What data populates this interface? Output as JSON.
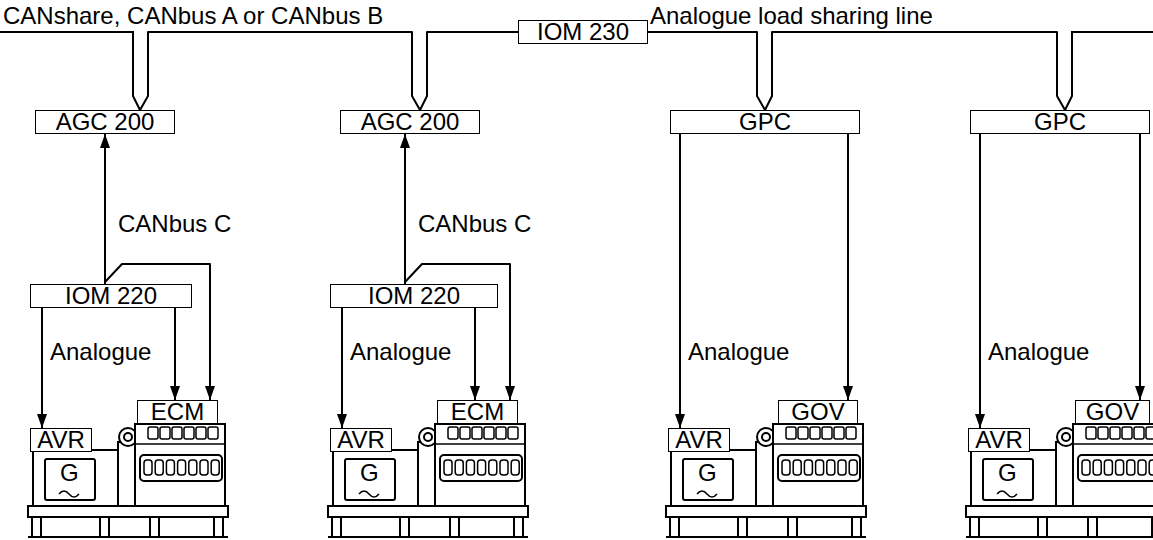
{
  "diagram": {
    "nodes": [
      {
        "text": [
          "IOM 230"
        ]
      },
      {
        "text": [
          "AGC 200"
        ]
      },
      {
        "text": [
          "AGC 200"
        ]
      },
      {
        "text": [
          "GPC"
        ]
      },
      {
        "text": [
          "GPC"
        ]
      },
      {
        "text": [
          "IOM 220"
        ]
      },
      {
        "text": [
          "IOM 220"
        ]
      },
      {
        "text": [
          "ECM"
        ]
      },
      {
        "text": [
          "ECM"
        ]
      },
      {
        "text": [
          "GOV"
        ]
      },
      {
        "text": [
          "GOV"
        ]
      },
      {
        "text": [
          "AVR"
        ]
      },
      {
        "text": [
          "AVR"
        ]
      },
      {
        "text": [
          "AVR"
        ]
      },
      {
        "text": [
          "AVR"
        ]
      }
    ],
    "edges": [
      {
        "from": 1,
        "to": 2,
        "arrow": "none"
      },
      {
        "from": 2,
        "to": 0,
        "arrow": "none"
      },
      {
        "from": 0,
        "to": 3,
        "arrow": "none"
      },
      {
        "from": 3,
        "to": 4,
        "arrow": "none"
      },
      {
        "from": 5,
        "to": 1,
        "label": "CANbus C",
        "arrow": "to"
      },
      {
        "from": 6,
        "to": 2,
        "label": "CANbus C",
        "arrow": "to"
      },
      {
        "from": 5,
        "to": 7,
        "arrow": "to"
      },
      {
        "from": 5,
        "to": 7,
        "arrow": "to"
      },
      {
        "from": 5,
        "to": 11,
        "label": "Analogue",
        "arrow": "to"
      },
      {
        "from": 6,
        "to": 8,
        "arrow": "to"
      },
      {
        "from": 6,
        "to": 8,
        "arrow": "to"
      },
      {
        "from": 6,
        "to": 12,
        "label": "Analogue",
        "arrow": "to"
      },
      {
        "from": 3,
        "to": 13,
        "label": "Analogue",
        "arrow": "to"
      },
      {
        "from": 3,
        "to": 9,
        "arrow": "to"
      },
      {
        "from": 4,
        "to": 14,
        "label": "Analogue",
        "arrow": "to"
      },
      {
        "from": 4,
        "to": 10,
        "arrow": "to"
      }
    ],
    "labels": [
      "CANshare, CANbus A or CANbus B",
      "Analogue load sharing line",
      "G",
      "G",
      "G",
      "G"
    ]
  }
}
